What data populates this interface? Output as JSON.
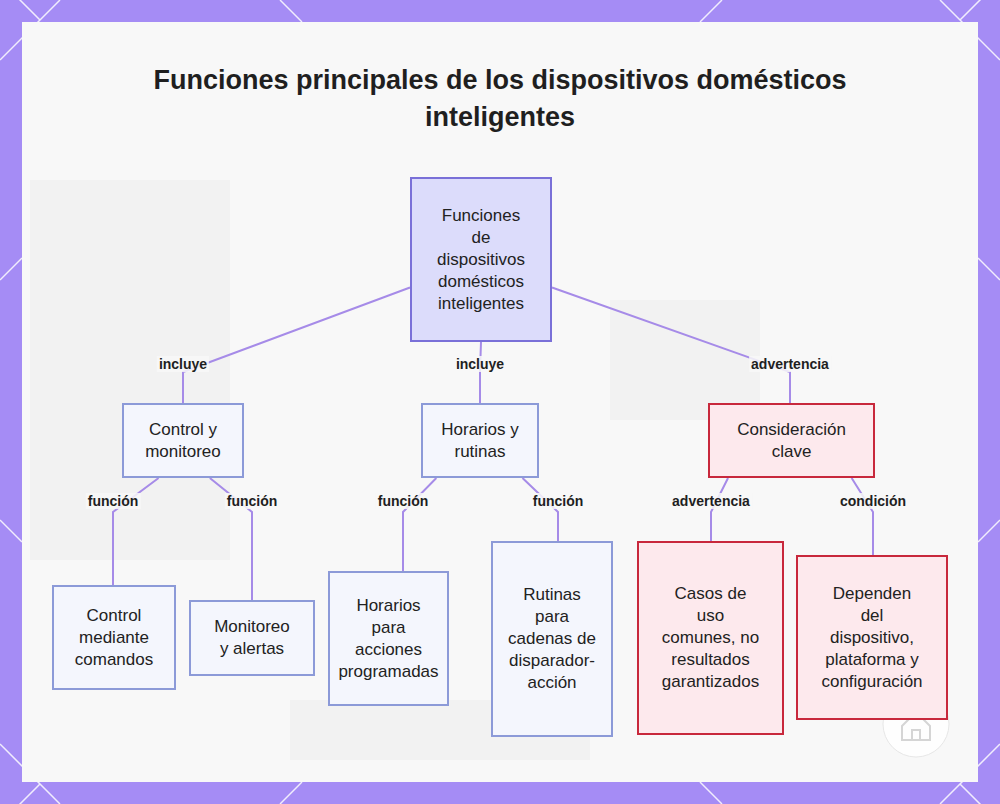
{
  "diagram": {
    "title": "Funciones principales de los dispositivos domésticos inteligentes",
    "nodes": [
      {
        "text": [
          "Funciones de dispositivos domésticos inteligentes"
        ]
      },
      {
        "text": [
          "Control y monitoreo"
        ]
      },
      {
        "text": [
          "Horarios y rutinas"
        ]
      },
      {
        "text": [
          "Consideración clave"
        ]
      },
      {
        "text": [
          "Control mediante comandos"
        ]
      },
      {
        "text": [
          "Monitoreo y alertas"
        ]
      },
      {
        "text": [
          "Horarios para acciones programadas"
        ]
      },
      {
        "text": [
          "Rutinas para cadenas de disparador-acción"
        ]
      },
      {
        "text": [
          "Casos de uso comunes, no resultados garantizados"
        ]
      },
      {
        "text": [
          "Dependen del dispositivo, plataforma y configuración"
        ]
      }
    ],
    "edges": [
      {
        "from": 0,
        "to": 1,
        "label": "incluye",
        "arrow": "none"
      },
      {
        "from": 0,
        "to": 2,
        "label": "incluye",
        "arrow": "none"
      },
      {
        "from": 0,
        "to": 3,
        "label": "advertencia",
        "arrow": "none"
      },
      {
        "from": 1,
        "to": 4,
        "label": "función",
        "arrow": "none"
      },
      {
        "from": 1,
        "to": 5,
        "label": "función",
        "arrow": "none"
      },
      {
        "from": 2,
        "to": 6,
        "label": "función",
        "arrow": "none"
      },
      {
        "from": 2,
        "to": 7,
        "label": "función",
        "arrow": "none"
      },
      {
        "from": 3,
        "to": 8,
        "label": "advertencia",
        "arrow": "none"
      },
      {
        "from": 3,
        "to": 9,
        "label": "condición",
        "arrow": "none"
      }
    ]
  }
}
